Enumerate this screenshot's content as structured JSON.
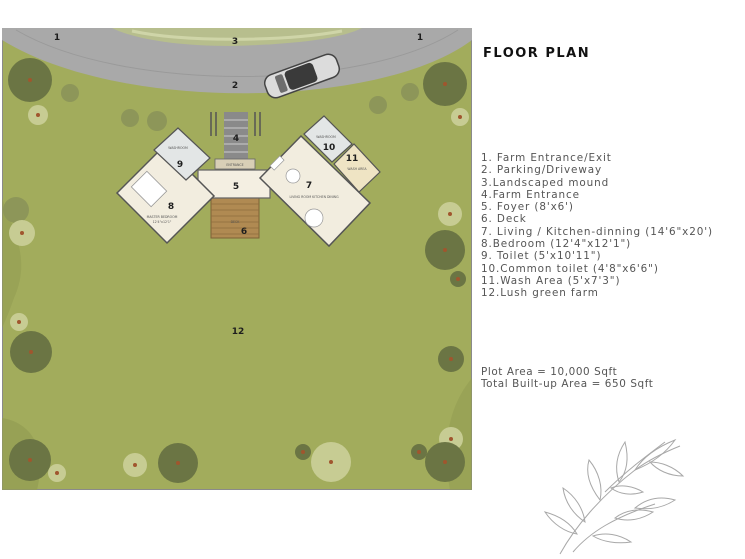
{
  "title": "FLOOR PLAN",
  "legend": [
    "1.   Farm Entrance/Exit",
    "2. Parking/Driveway",
    "3.Landscaped mound",
    "4.Farm Entrance",
    "5.  Foyer (8'x6')",
    "6. Deck",
    "7.  Living / Kitchen-dinning (14'6\"x20')",
    "8.Bedroom (12'4\"x12'1\")",
    "9.  Toilet (5'x10'11\")",
    "10.Common toilet (4'8\"x6'6\")",
    "11.Wash Area (5'x7'3\")",
    "12.Lush green farm"
  ],
  "areas": {
    "plot": "Plot Area = 10,000 Sqft",
    "builtup": "Total Built-up Area = 650 Sqft"
  },
  "plan_labels": {
    "n1_left": "1",
    "n1_right": "1",
    "n2": "2",
    "n3": "3",
    "n4": "4",
    "n5": "5",
    "n6": "6",
    "n7": "7",
    "n8": "8",
    "n9": "9",
    "n10": "10",
    "n11": "11",
    "n12": "12"
  },
  "room_tags": {
    "bedroom": "MASTER BEDROOM",
    "bedroom_size": "12'4\"x12'1\"",
    "toilet": "WASHROOM",
    "living": "LIVING ROOM KITCHEN DINING",
    "common_toilet": "WASHROOM",
    "wash": "WASH AREA",
    "foyer": "ENTRANCE",
    "deck": "DECK"
  },
  "colors": {
    "grass": "#a2ac5c",
    "road": "#a9a9a9",
    "tree_dark": "#6b7544",
    "tree_light": "#c7cc93",
    "deck": "#b08a52",
    "floor": "#f4efe2",
    "text": "#555555"
  }
}
